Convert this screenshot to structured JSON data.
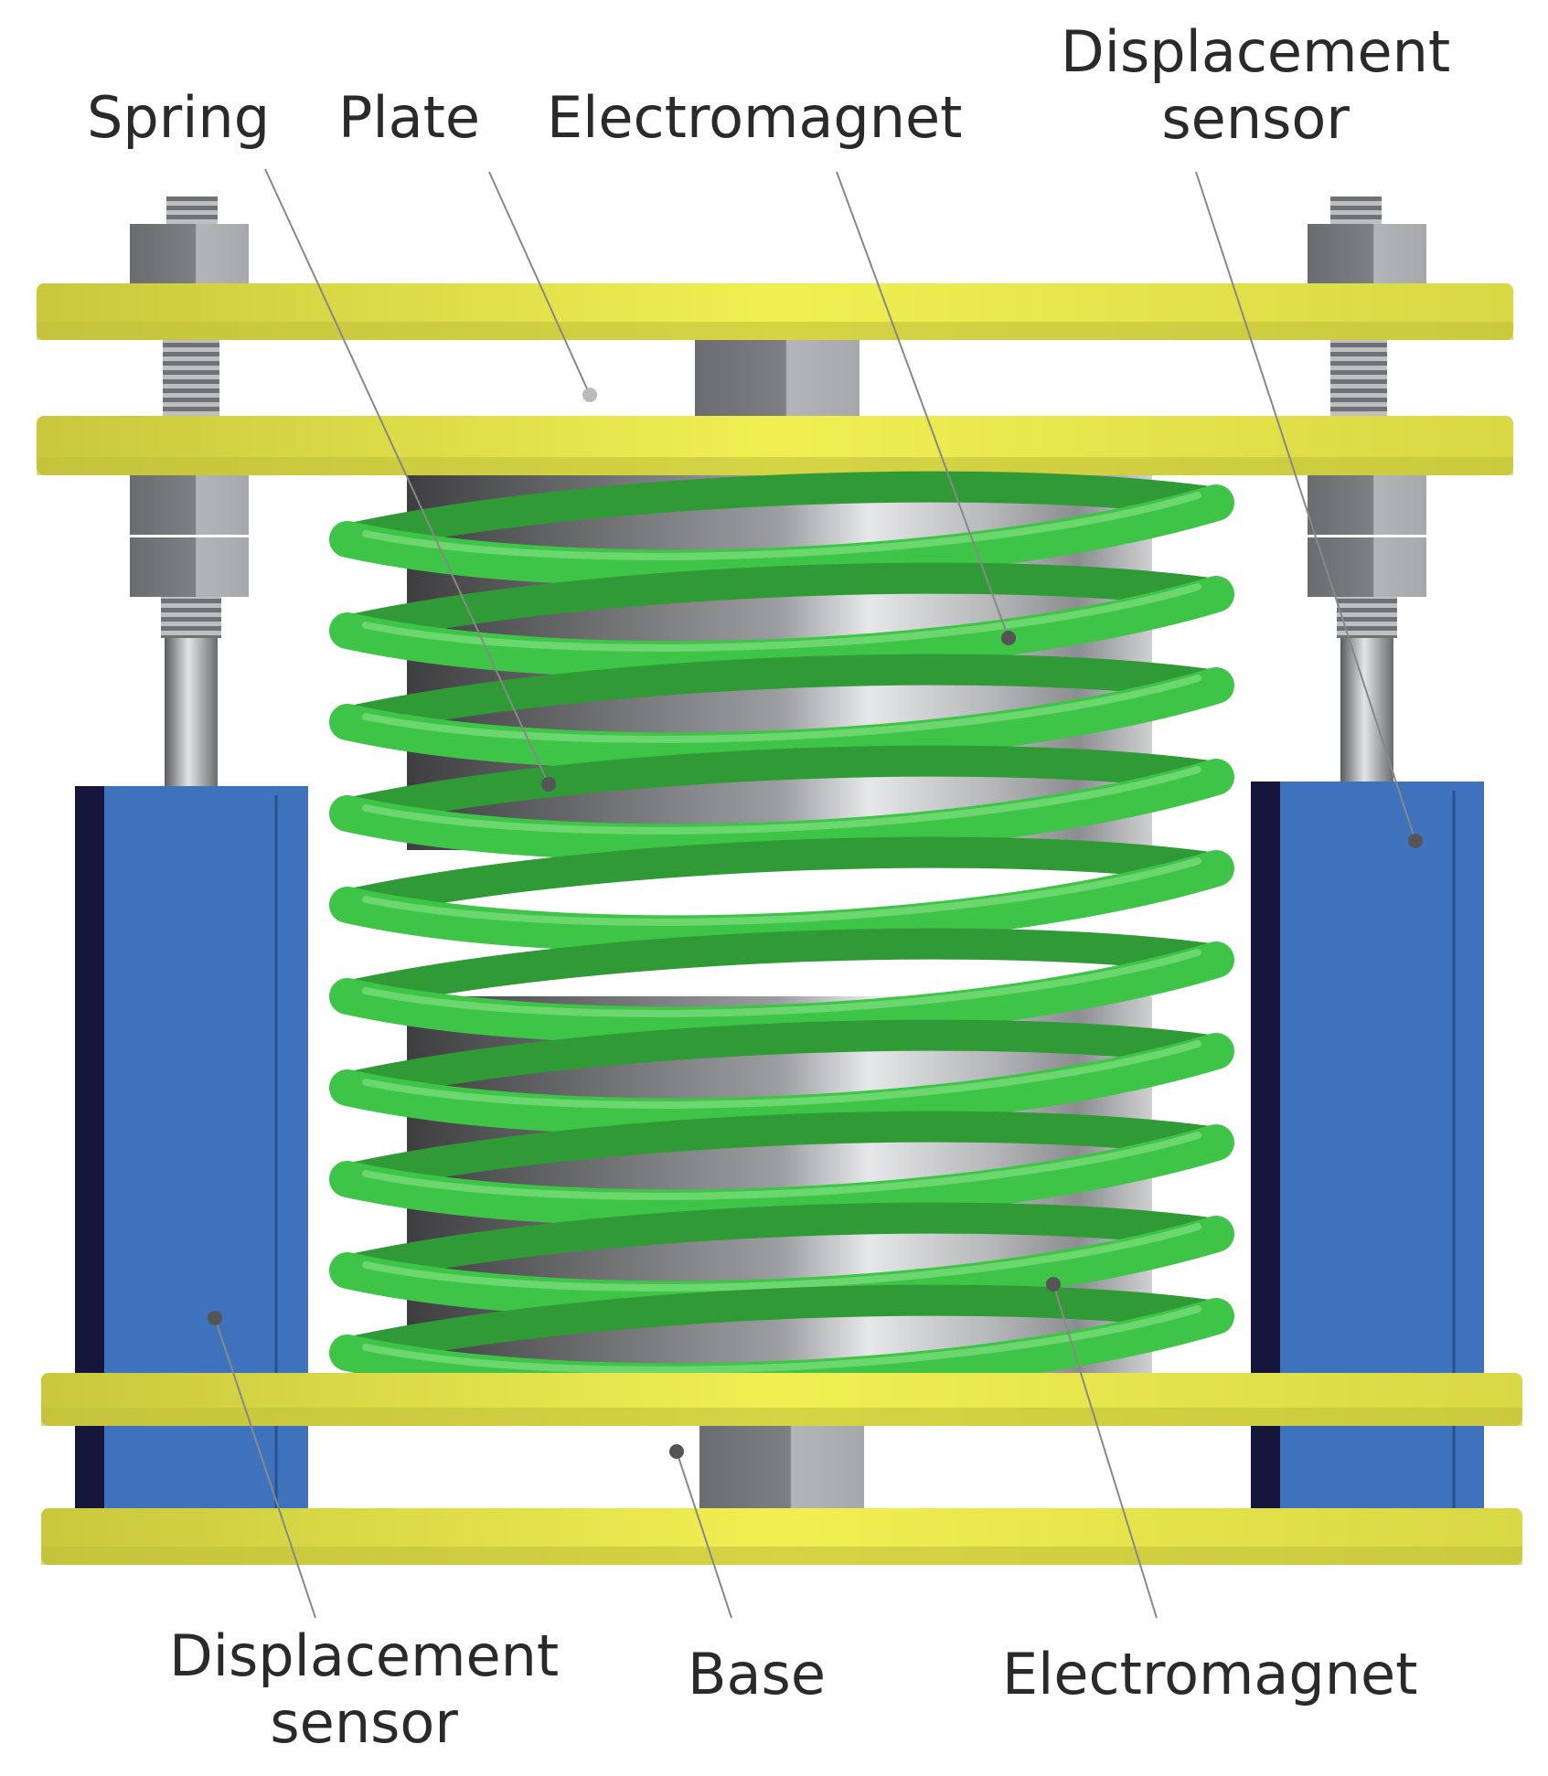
{
  "labels": {
    "spring": "Spring",
    "plate": "Plate",
    "electromagnet_top": "Electromagnet",
    "displacement_sensor_top": {
      "line1": "Displacement",
      "line2": "sensor"
    },
    "displacement_sensor_bottom": {
      "line1": "Displacement",
      "line2": "sensor"
    },
    "base": "Base",
    "electromagnet_bottom": "Electromagnet"
  },
  "colors": {
    "plate_yellow": "#e8e84a",
    "plate_shadow": "#b9b83a",
    "spring_green": "#3ab540",
    "sensor_blue": "#3f72bd",
    "sensor_dark": "#14143a",
    "electromagnet_gray": "#a9a9ab",
    "nut_gray": "#8a8c8f",
    "leader_line": "#888888",
    "label_text": "#2a2a2a"
  }
}
